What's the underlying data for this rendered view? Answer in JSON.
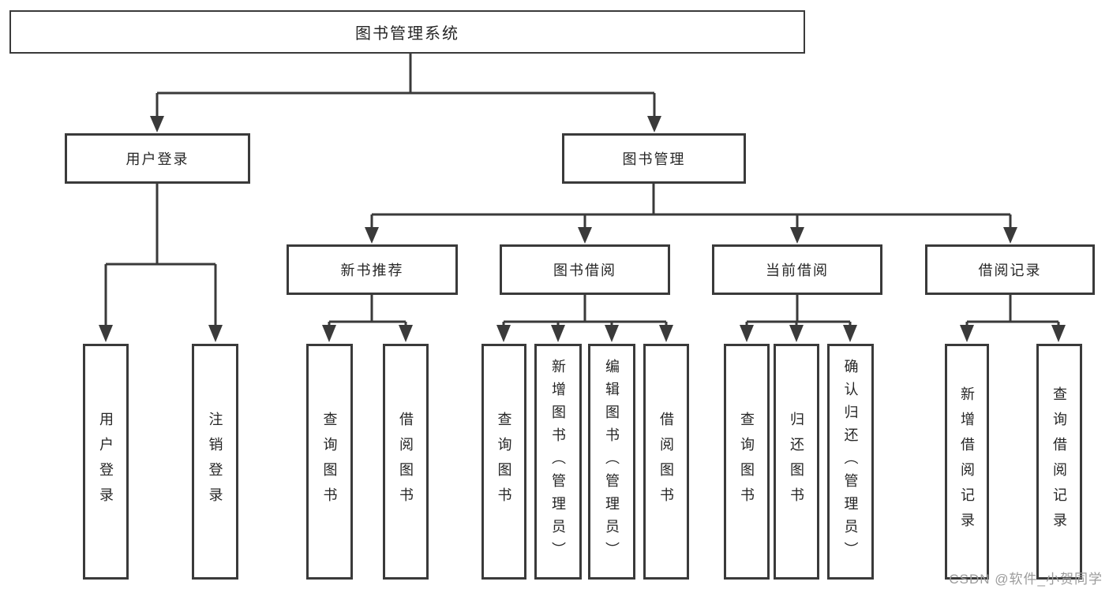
{
  "diagram": {
    "root": {
      "label": "图书管理系统"
    },
    "user_login": {
      "label": "用户登录",
      "children": [
        "用户登录",
        "注销登录"
      ]
    },
    "book_mgmt": {
      "label": "图书管理"
    },
    "new_book": {
      "label": "新书推荐",
      "children": [
        "查询图书",
        "借阅图书"
      ]
    },
    "borrow": {
      "label": "图书借阅",
      "children": [
        "查询图书",
        "新增图书（管理员）",
        "编辑图书（管理员）",
        "借阅图书"
      ]
    },
    "current": {
      "label": "当前借阅",
      "children": [
        "查询图书",
        "归还图书",
        "确认归还（管理员）"
      ]
    },
    "records": {
      "label": "借阅记录",
      "children": [
        "新增借阅记录",
        "查询借阅记录"
      ]
    }
  },
  "watermark": {
    "text": "CSDN @软件_小贺同学"
  },
  "colors": {
    "line": "#3a3a3a",
    "text": "#262626",
    "watermark": "#9b9b9b",
    "background": "#ffffff"
  }
}
